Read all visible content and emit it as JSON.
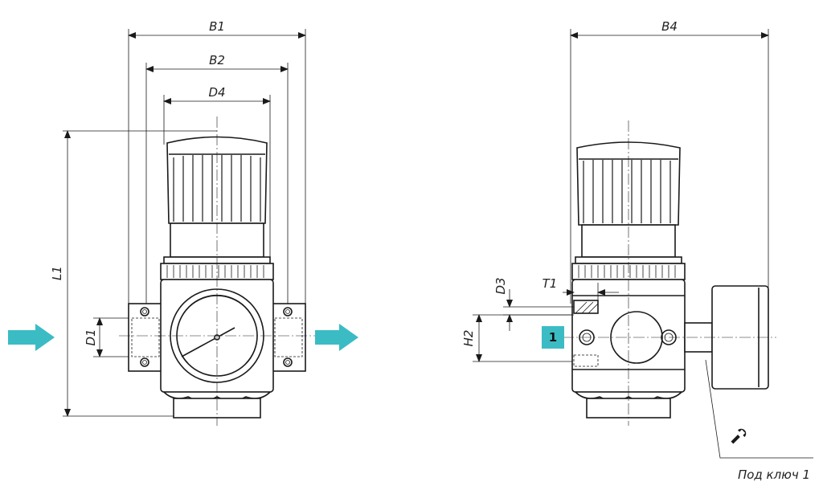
{
  "labels": {
    "b1": "B1",
    "b2": "B2",
    "d4": "D4",
    "l1": "L1",
    "d1": "D1",
    "b4": "B4",
    "d3": "D3",
    "t1": "T1",
    "h2": "H2",
    "port_badge": "1",
    "wrench_note": "Под ключ 1"
  },
  "icons": {
    "flow_in": "arrow-right-icon",
    "flow_out": "arrow-right-icon",
    "wrench": "wrench-icon"
  },
  "colors": {
    "arrow": "#3bbcc4",
    "badge": "#3bbcc4",
    "line": "#1a1a1a"
  }
}
